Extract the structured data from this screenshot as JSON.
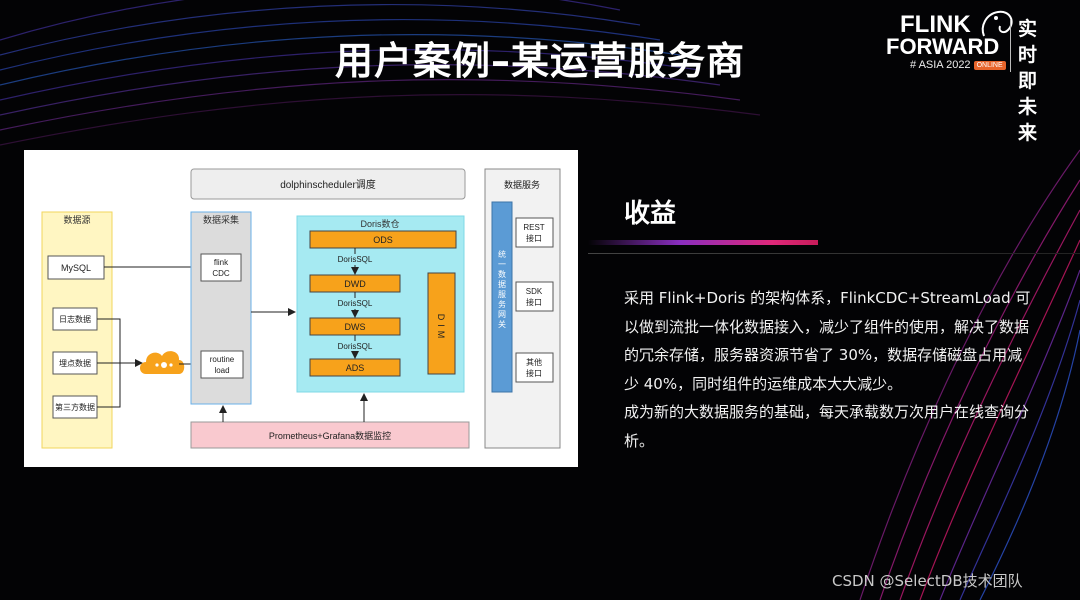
{
  "title": "用户案例–某运营服务商",
  "logo": {
    "line1": "FLINK",
    "line2": "FORWARD",
    "line3": "# ASIA 2022",
    "badge": "ONLINE",
    "tagline": "实时即未来"
  },
  "diagram": {
    "scheduler": "dolphinscheduler调度",
    "monitor": "Prometheus+Grafana数据监控",
    "datasource": {
      "title": "数据源",
      "items": [
        "MySQL",
        "日志数据",
        "埋点数据",
        "第三方数据"
      ]
    },
    "collection": {
      "title": "数据采集",
      "items": [
        "flink CDC",
        "routine load"
      ]
    },
    "warehouse": {
      "title": "Doris数仓",
      "layers": [
        "ODS",
        "DWD",
        "DWS",
        "ADS"
      ],
      "edge_label": "DorisSQL",
      "dim": "DIM"
    },
    "services": {
      "title": "数据服务",
      "gateway": "统一数据服务网关",
      "items": [
        "REST接口",
        "SDK接口",
        "其他接口"
      ]
    }
  },
  "benefit": {
    "title": "收益",
    "paragraphs": [
      "采用 Flink+Doris 的架构体系，FlinkCDC+StreamLoad 可以做到流批一体化数据接入，减少了组件的使用，解决了数据的冗余存储，服务器资源节省了 30%，数据存储磁盘占用减少 40%，同时组件的运维成本大大减少。",
      "成为新的大数据服务的基础，每天承载数万次用户在线查询分析。"
    ]
  },
  "footer": "CSDN @SelectDB技术团队",
  "colors": {
    "warehouse_bg": "#a6eaf2",
    "layer_fill": "#f7a21b",
    "datasource_bg": "#fff6c2",
    "collection_bg": "#dcdcdc",
    "monitor_bg": "#f9c9cf",
    "accent_bar": "#e0287a"
  }
}
